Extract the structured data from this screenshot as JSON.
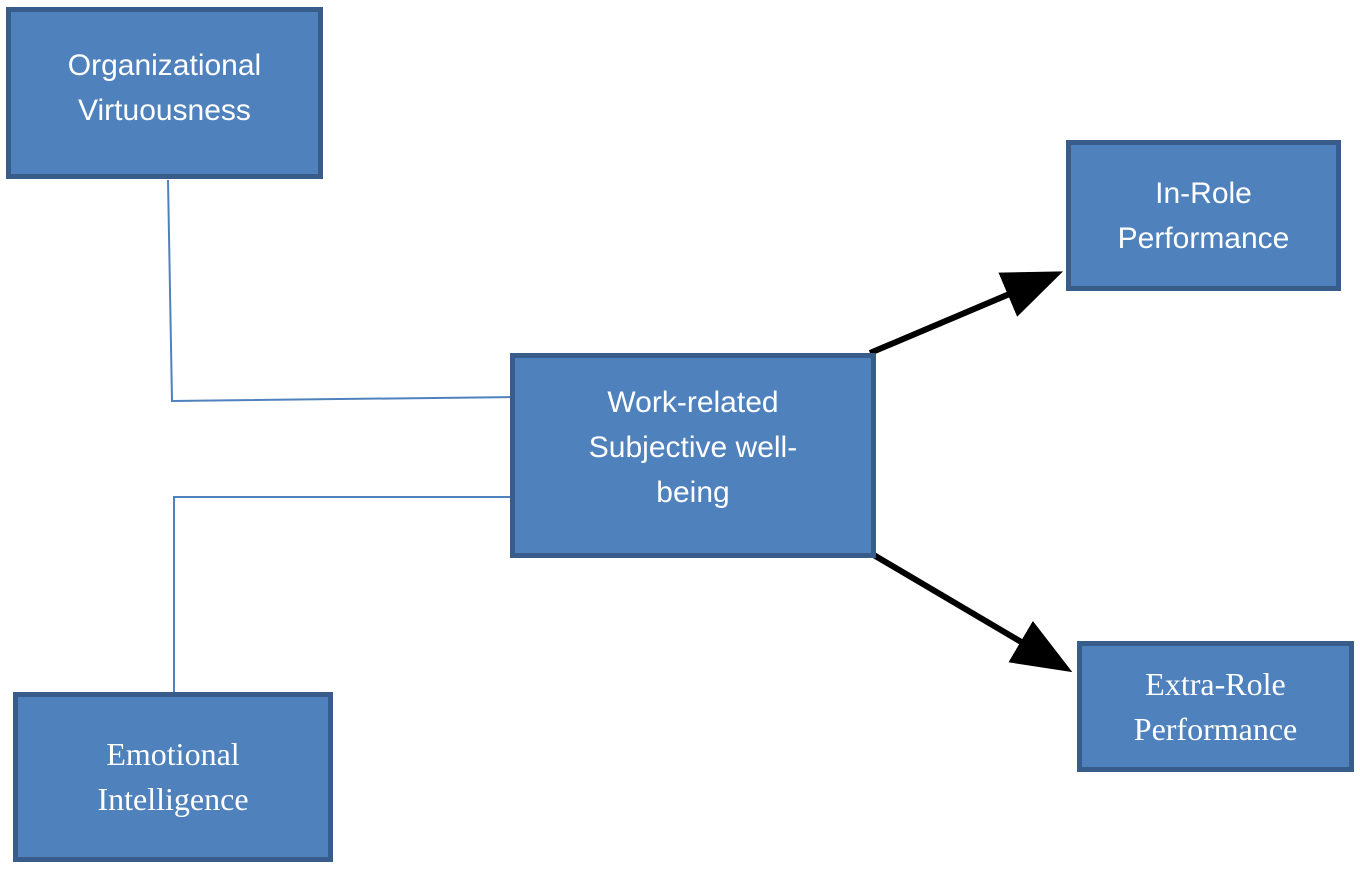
{
  "boxes": {
    "organizational_virtuousness": [
      "Organizational",
      "Virtuousness"
    ],
    "emotional_intelligence": [
      "Emotional",
      "Intelligence"
    ],
    "work_related_subjective_wellbeing": [
      "Work-related",
      "Subjective well-",
      "being"
    ],
    "in_role_performance": [
      "In-Role",
      "Performance"
    ],
    "extra_role_performance": [
      "Extra-Role",
      "Performance"
    ]
  },
  "colors": {
    "box_fill": "#4f81bd",
    "box_border": "#385d8a",
    "box_text": "#ffffff",
    "connector_line": "#4f81bd",
    "arrow": "#000000"
  }
}
